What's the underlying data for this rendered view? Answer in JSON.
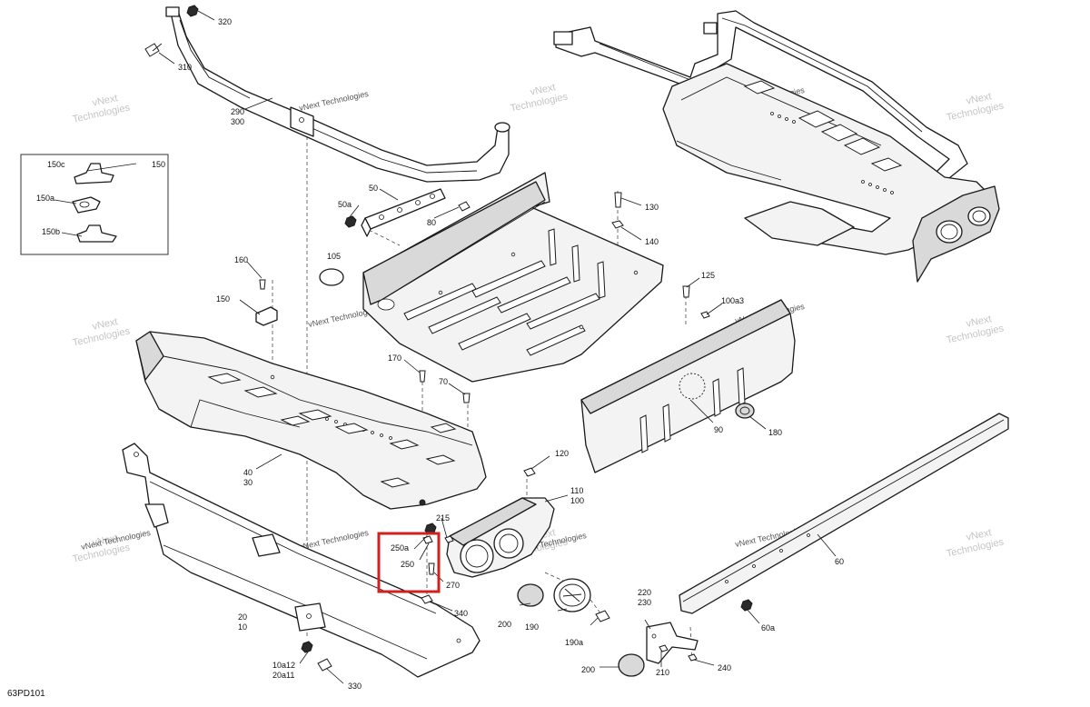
{
  "figure_code": "63PD101",
  "watermark": {
    "line1": "vNext",
    "line2": "Technologies",
    "inline": "vNext Technologies"
  },
  "callouts": {
    "c10": "10",
    "c20": "20",
    "c30": "30",
    "c40": "40",
    "c50": "50",
    "c50a": "50a",
    "c60": "60",
    "c60a": "60a",
    "c70": "70",
    "c80": "80",
    "c90": "90",
    "c100": "100",
    "c100a3": "100a3",
    "c105": "105",
    "c110": "110",
    "c120": "120",
    "c125": "125",
    "c130": "130",
    "c140": "140",
    "c150": "150",
    "c150_inset": "150",
    "c150a": "150a",
    "c150b": "150b",
    "c150c": "150c",
    "c160": "160",
    "c170": "170",
    "c180": "180",
    "c190": "190",
    "c190a": "190a",
    "c200a": "200",
    "c200b": "200",
    "c210": "210",
    "c215": "215",
    "c220": "220",
    "c230": "230",
    "c240": "240",
    "c250": "250",
    "c250a": "250a",
    "c270": "270",
    "c290": "290",
    "c300": "300",
    "c310": "310",
    "c320": "320",
    "c330": "330",
    "c340": "340",
    "c10a12": "10a12",
    "c20a11": "20a11"
  },
  "highlight_color": "#d21f1f"
}
